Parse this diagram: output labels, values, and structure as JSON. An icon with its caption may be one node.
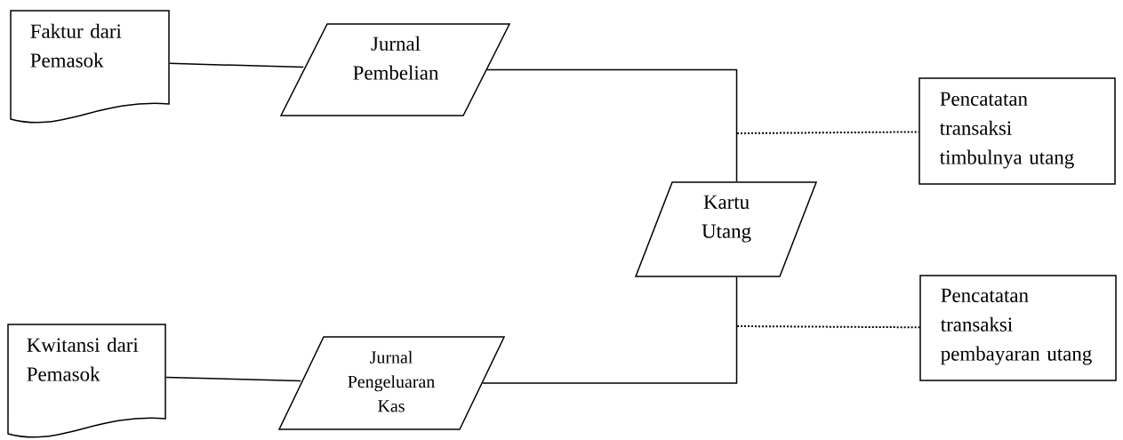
{
  "diagram": {
    "nodes": [
      {
        "text": [
          "Faktur dari Pemasok"
        ]
      },
      {
        "text": [
          "Jurnal Pembelian"
        ]
      },
      {
        "text": [
          "Pencatatan transaksi timbulnya utang"
        ]
      },
      {
        "text": [
          "Kartu Utang"
        ]
      },
      {
        "text": [
          "Kwitansi dari Pemasok"
        ]
      },
      {
        "text": [
          "Jurnal Pengeluaran Kas"
        ]
      },
      {
        "text": [
          "Pencatatan transaksi pembayaran utang"
        ]
      }
    ],
    "edges": [
      {
        "from": 0,
        "to": 1,
        "arrow": "none"
      },
      {
        "from": 1,
        "to": 3,
        "arrow": "none"
      },
      {
        "from": null,
        "to": 2,
        "arrow": "none",
        "style": "dashed"
      },
      {
        "from": 4,
        "to": 5,
        "arrow": "none"
      },
      {
        "from": 5,
        "to": 3,
        "arrow": "none"
      },
      {
        "from": null,
        "to": 6,
        "arrow": "none",
        "style": "dashed"
      }
    ]
  }
}
